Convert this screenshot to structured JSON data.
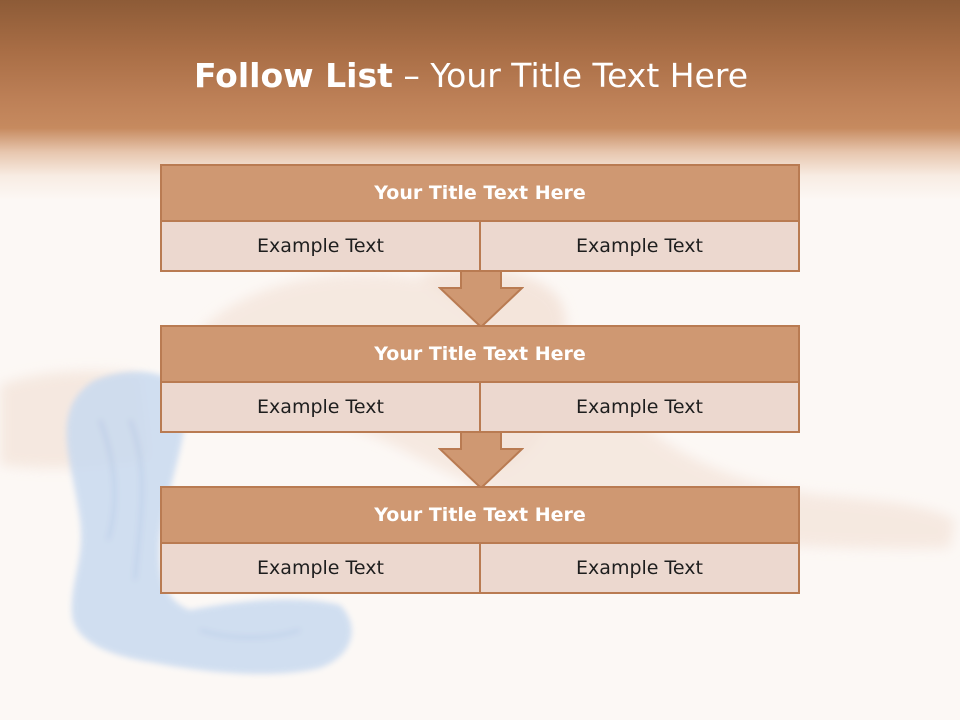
{
  "slide": {
    "title_bold": "Follow List",
    "title_rest": "– Your Title Text Here"
  },
  "steps": [
    {
      "title": "Your Title Text Here",
      "left": "Example Text",
      "right": "Example Text"
    },
    {
      "title": "Your Title Text Here",
      "left": "Example Text",
      "right": "Example Text"
    },
    {
      "title": "Your Title Text Here",
      "left": "Example Text",
      "right": "Example Text"
    }
  ],
  "colors": {
    "header_dark": "#8d5b37",
    "header_light": "#c68a5f",
    "box_title_fill": "#cf9872",
    "box_body_fill": "#ecd8cf",
    "border": "#b97b52",
    "fabric": "#c6d8ef"
  },
  "icons": {
    "arrow": "down-arrow-icon"
  }
}
